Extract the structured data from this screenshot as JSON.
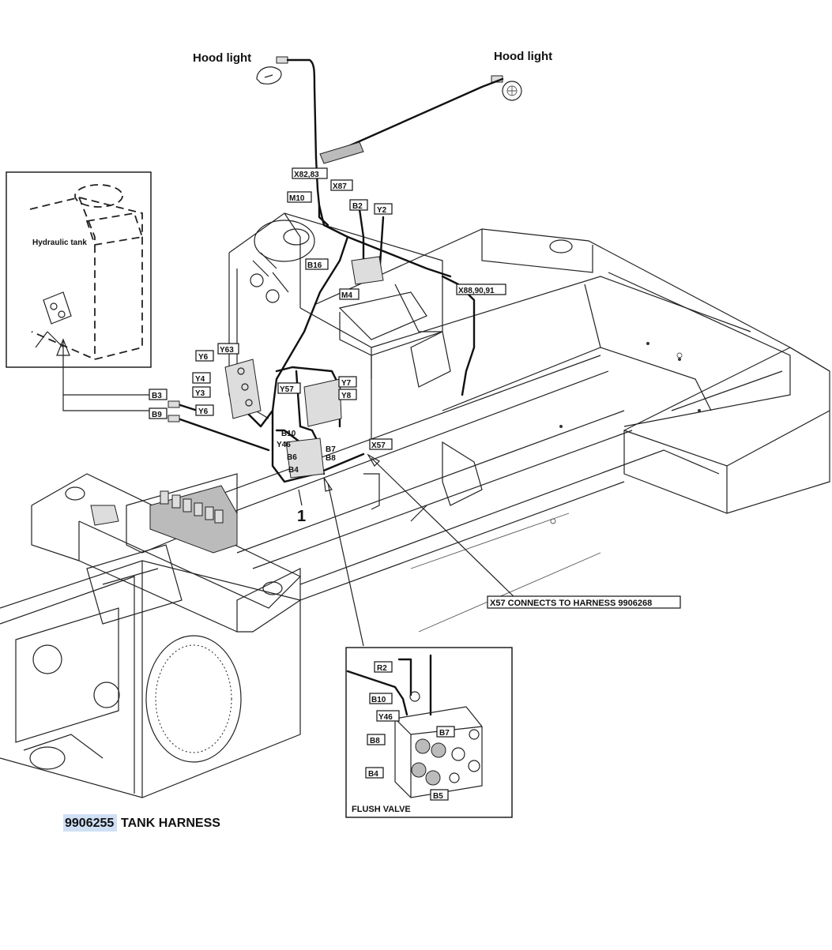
{
  "labels": {
    "hood_light_left": "Hood light",
    "hood_light_right": "Hood light",
    "hydraulic_tank": "Hydraulic tank",
    "x82_83": "X82,83",
    "m10": "M10",
    "x87": "X87",
    "b2": "B2",
    "y2": "Y2",
    "b16": "B16",
    "m4": "M4",
    "x88_90_91": "X88,90,91",
    "y6": "Y6",
    "y63": "Y63",
    "y4": "Y4",
    "y3": "Y3",
    "y6_lower": "Y6",
    "y57": "Y57",
    "y7": "Y7",
    "y8": "Y8",
    "b3": "B3",
    "b9": "B9",
    "b10": "B10",
    "y46": "Y46",
    "b7": "B7",
    "b6": "B6",
    "b8": "B8",
    "b4": "B4",
    "x57": "X57",
    "callout_1": "1",
    "x57_note": "X57 CONNECTS TO HARNESS 9906268",
    "part_number": "9906255",
    "part_title": "TANK HARNESS"
  },
  "inset": {
    "r2": "R2",
    "b10": "B10",
    "y46": "Y46",
    "b7": "B7",
    "b8": "B8",
    "b4": "B4",
    "b5": "B5",
    "caption": "FLUSH VALVE"
  },
  "colors": {
    "highlight": "#cfe0f5",
    "ink": "#111111"
  }
}
